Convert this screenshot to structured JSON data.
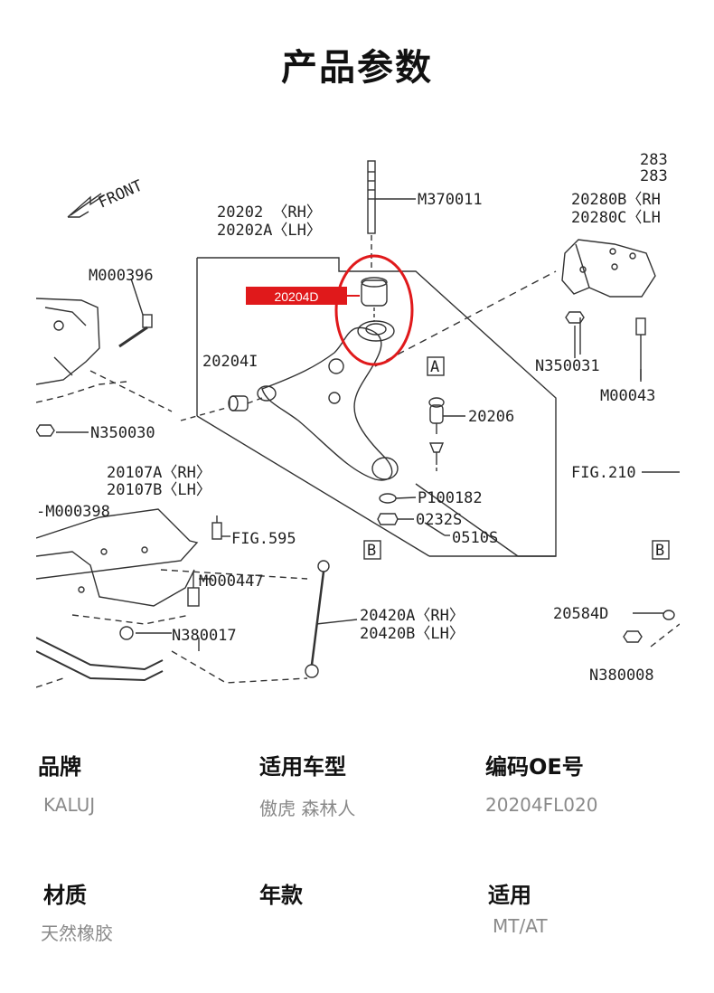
{
  "title": "产品参数",
  "diagram": {
    "front_label": "FRONT",
    "highlight_label": "20204D",
    "highlight_color": "#e0191b",
    "part_labels": {
      "p1": "M370011",
      "p2": "20202 〈RH〉",
      "p3": "20202A〈LH〉",
      "p4": "M000396",
      "p5": "20204I",
      "p6": "N350030",
      "p7": "20107A〈RH〉",
      "p8": "20107B〈LH〉",
      "p9": "-M000398",
      "p10": "FIG.595",
      "p11": "M000447",
      "p12": "N380017",
      "p13": "20420A〈RH〉",
      "p14": "20420B〈LH〉",
      "p15": "P100182",
      "p16": "0232S",
      "p17": "0510S",
      "p18": "20206",
      "p19": "A",
      "p20": "B",
      "p21": "B",
      "p22": "N350031",
      "p23": "M00043",
      "p24": "20280B〈RH",
      "p25": "20280C〈LH",
      "p26": "283",
      "p27": "283",
      "p28": "FIG.210",
      "p29": "20584D",
      "p30": "N380008"
    }
  },
  "params": [
    {
      "label": "品牌",
      "value": "KALUJ"
    },
    {
      "label": "适用车型",
      "value": "傲虎 森林人"
    },
    {
      "label": "编码OE号",
      "value": "20204FL020"
    },
    {
      "label": "材质",
      "value": "天然橡胶"
    },
    {
      "label": "年款",
      "value": ""
    },
    {
      "label": "适用",
      "value": "MT/AT"
    }
  ]
}
